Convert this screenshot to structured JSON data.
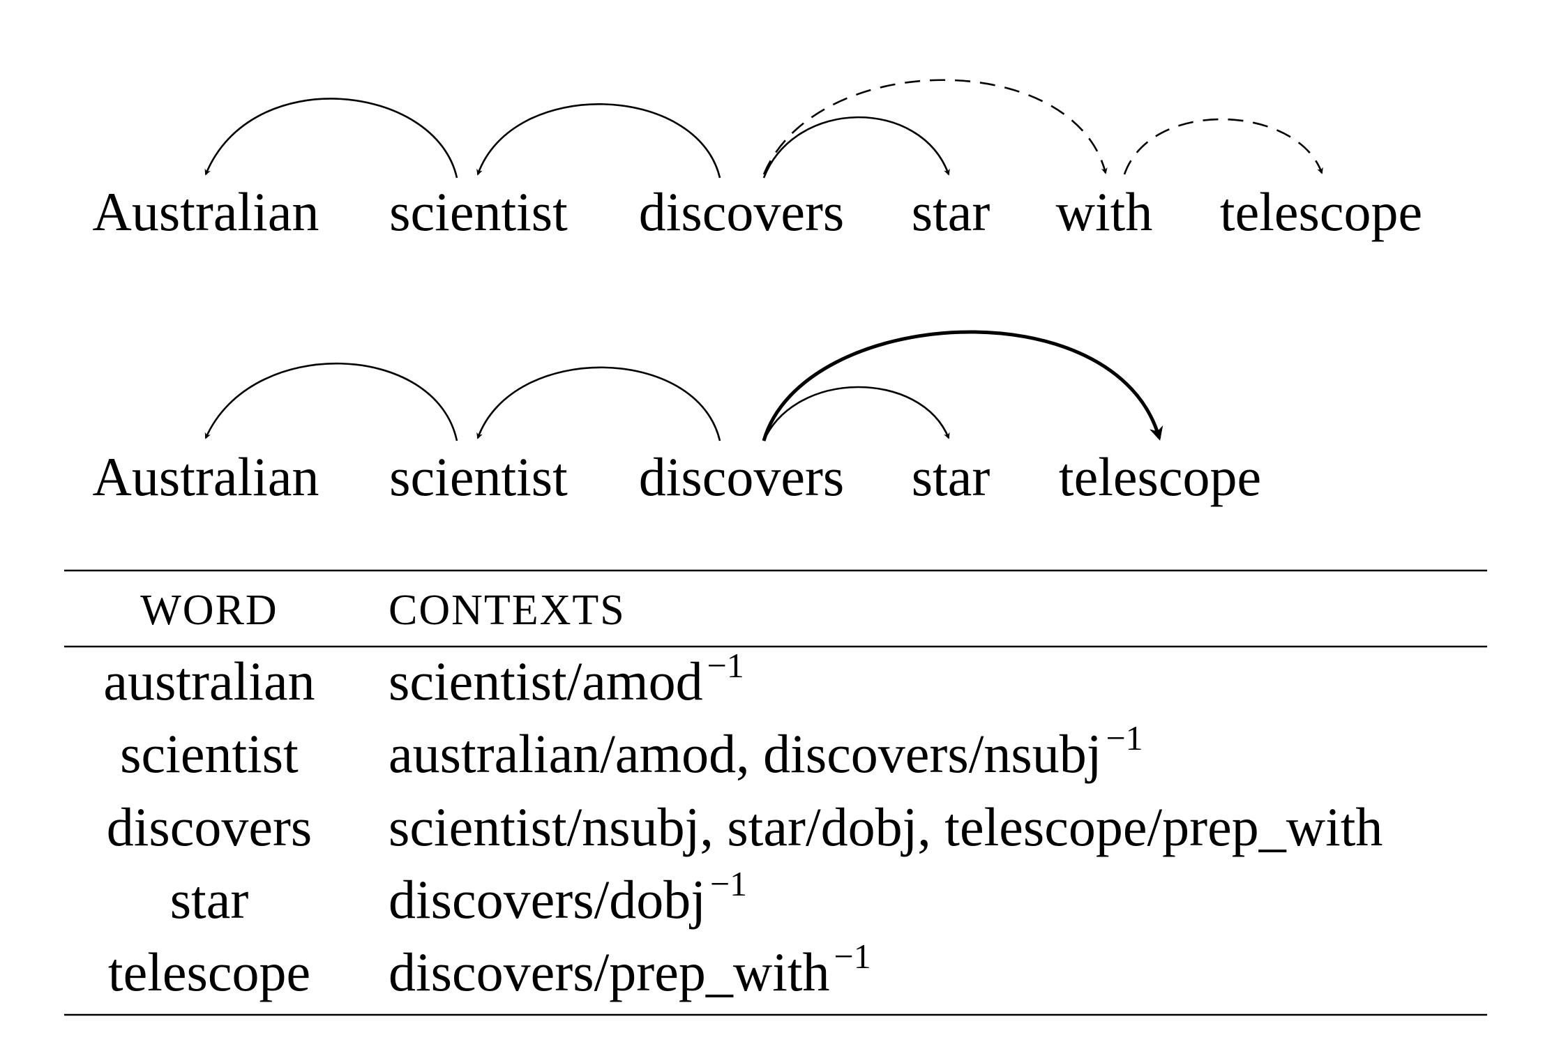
{
  "diagram_top": {
    "words": [
      "Australian",
      "scientist",
      "discovers",
      "star",
      "with",
      "telescope"
    ]
  },
  "diagram_bottom": {
    "words": [
      "Australian",
      "scientist",
      "discovers",
      "star",
      "telescope"
    ]
  },
  "table": {
    "headers": [
      "WORD",
      "CONTEXTS"
    ],
    "rows": [
      {
        "word": "australian",
        "contexts": "scientist/amod",
        "sup": "−1"
      },
      {
        "word": "scientist",
        "contexts": "australian/amod, discovers/nsubj",
        "sup": "−1"
      },
      {
        "word": "discovers",
        "contexts": "scientist/nsubj, star/dobj, telescope/prep_with",
        "sup": ""
      },
      {
        "word": "star",
        "contexts": "discovers/dobj",
        "sup": "−1"
      },
      {
        "word": "telescope",
        "contexts": "discovers/prep_with",
        "sup": "−1"
      }
    ]
  }
}
